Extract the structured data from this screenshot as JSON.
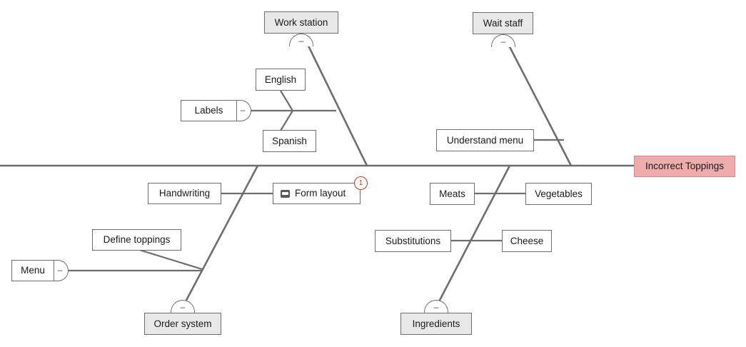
{
  "diagram": {
    "type": "fishbone-ishikawa",
    "effect": {
      "label": "Incorrect Toppings",
      "fill": "#eeacac",
      "border": "#d08a8a"
    },
    "spine_color": "#6e6e6e",
    "categories": [
      {
        "id": "work-station",
        "label": "Work station",
        "position": "top",
        "collapse_sign": "–",
        "causes": [
          {
            "id": "labels",
            "label": "Labels",
            "collapse_sign": "–",
            "sub_causes": [
              {
                "id": "english",
                "label": "English"
              },
              {
                "id": "spanish",
                "label": "Spanish"
              }
            ]
          }
        ]
      },
      {
        "id": "wait-staff",
        "label": "Wait staff",
        "position": "top",
        "collapse_sign": "–",
        "causes": [
          {
            "id": "understand-menu",
            "label": "Understand menu"
          }
        ]
      },
      {
        "id": "order-system",
        "label": "Order system",
        "position": "bottom",
        "collapse_sign": "–",
        "causes": [
          {
            "id": "handwriting",
            "label": "Handwriting"
          },
          {
            "id": "form-layout",
            "label": "Form layout",
            "icon": "note-icon",
            "badge": "1",
            "badge_color": "#d93025"
          },
          {
            "id": "define-toppings",
            "label": "Define toppings"
          },
          {
            "id": "menu",
            "label": "Menu",
            "collapse_sign": "–"
          }
        ]
      },
      {
        "id": "ingredients",
        "label": "Ingredients",
        "position": "bottom",
        "collapse_sign": "–",
        "causes": [
          {
            "id": "meats",
            "label": "Meats"
          },
          {
            "id": "vegetables",
            "label": "Vegetables"
          },
          {
            "id": "substitutions",
            "label": "Substitutions"
          },
          {
            "id": "cheese",
            "label": "Cheese"
          }
        ]
      }
    ]
  }
}
